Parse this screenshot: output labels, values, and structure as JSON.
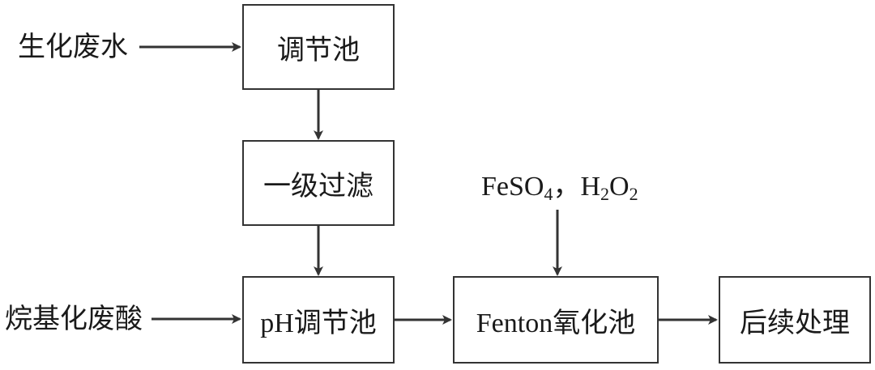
{
  "inputs": {
    "biochemical_wastewater": "生化废水",
    "alkylation_waste_acid": "烷基化废酸"
  },
  "nodes": {
    "regulating_tank": "调节池",
    "primary_filtration": "一级过滤",
    "ph_regulating_tank_prefix": "pH",
    "ph_regulating_tank_suffix": "调节池",
    "fenton_tank_prefix": "Fenton",
    "fenton_tank_suffix": "氧化池",
    "post_treatment": "后续处理"
  },
  "reagents": {
    "fe_prefix": "FeSO",
    "fe_sub": "4",
    "separator": "，",
    "h": "H",
    "h_sub": "2",
    "o": "O",
    "o_sub": "2"
  }
}
